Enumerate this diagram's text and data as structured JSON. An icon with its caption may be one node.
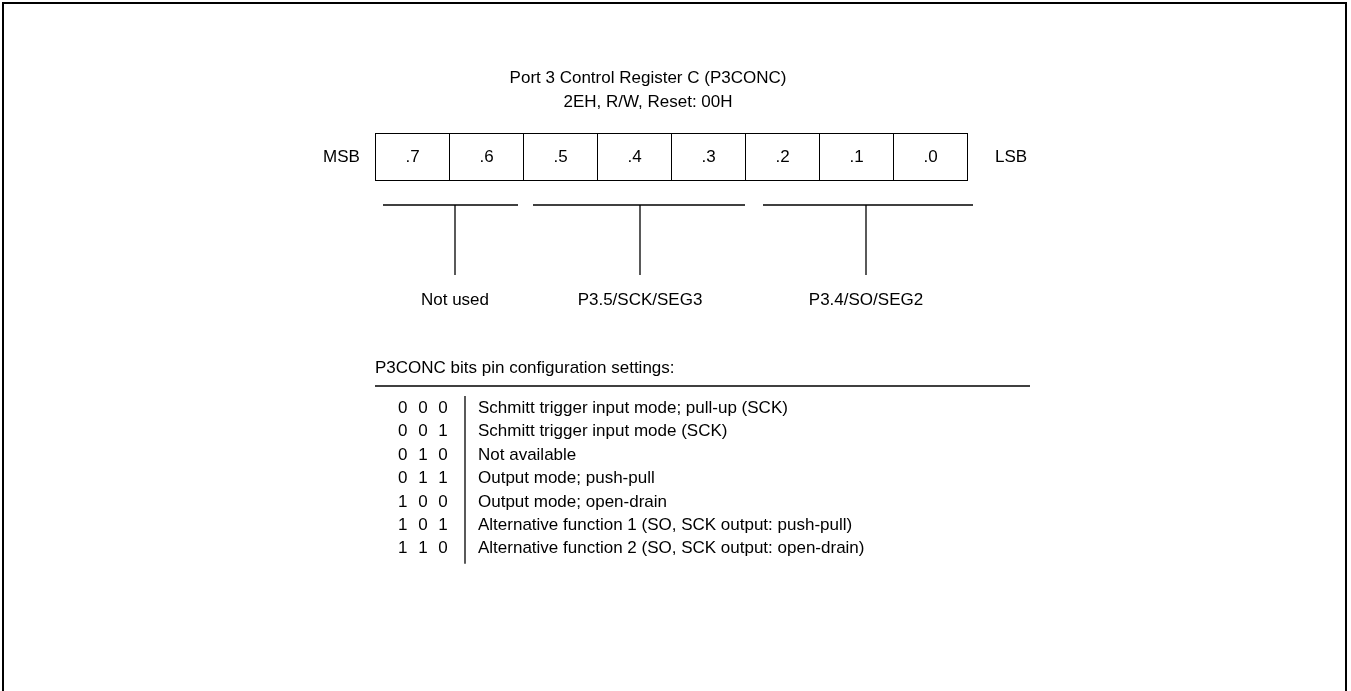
{
  "diagram": {
    "title": "Port 3 Control Register C (P3CONC)",
    "nodes": [
      {
        "text": [
          ".7"
        ]
      },
      {
        "text": [
          ".6"
        ]
      },
      {
        "text": [
          ".5"
        ]
      },
      {
        "text": [
          ".4"
        ]
      },
      {
        "text": [
          ".3"
        ]
      },
      {
        "text": [
          ".2"
        ]
      },
      {
        "text": [
          ".1"
        ]
      },
      {
        "text": [
          ".0"
        ]
      }
    ],
    "labels": [
      "2EH, R/W, Reset: 00H",
      "MSB",
      "LSB",
      "Not used",
      "P3.5/SCK/SEG3",
      "P3.4/SO/SEG2",
      "P3CONC bits pin configuration settings:",
      "0 0 0",
      "Schmitt trigger input mode; pull-up (SCK)",
      "0 0 1",
      "Schmitt trigger input mode (SCK)",
      "0 1 0",
      "Not available",
      "0 1 1",
      "Output mode; push-pull",
      "1 0 0",
      "Output mode; open-drain",
      "1 0 1",
      "Alternative function 1 (SO, SCK output: push-pull)",
      "1 1 0",
      "Alternative function 2 (SO, SCK output: open-drain)"
    ]
  }
}
